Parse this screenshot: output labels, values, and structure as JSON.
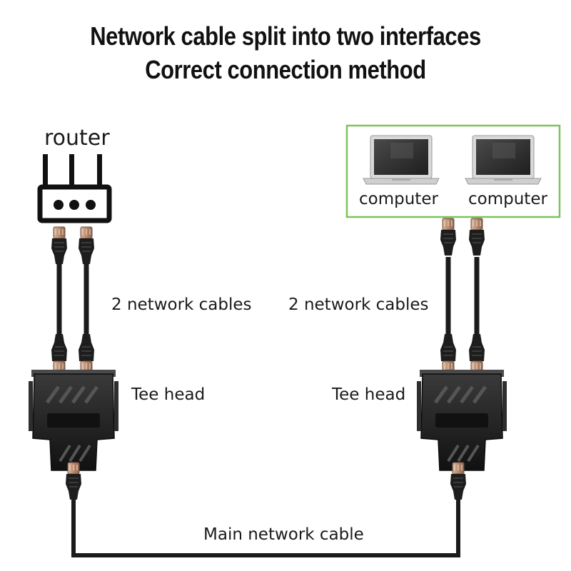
{
  "title": {
    "line1": "Network cable split into two interfaces",
    "line2": "Correct connection method"
  },
  "labels": {
    "router": "router",
    "computer_left": "computer",
    "computer_right": "computer",
    "cables_left": "2 network cables",
    "cables_right": "2 network cables",
    "tee_left": "Tee head",
    "tee_right": "Tee head",
    "main_cable": "Main network cable"
  },
  "colors": {
    "cable": "#1b1b1b",
    "connector_metal": "#b98a6c",
    "computer_frame": "#7dc35a",
    "tee_body": "#262626"
  }
}
